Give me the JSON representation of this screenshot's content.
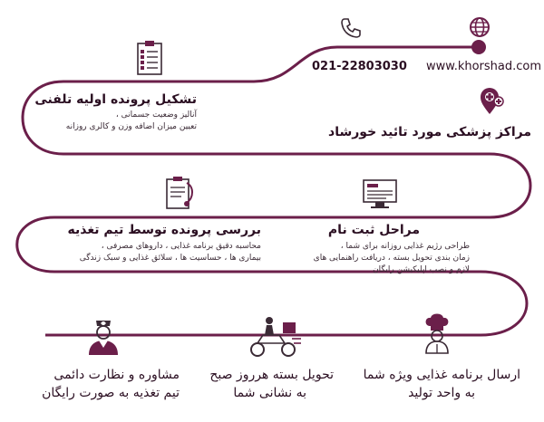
{
  "contact": {
    "website": "www.khorshad.com",
    "phone": "021-22803030"
  },
  "steps": [
    {
      "title": "مراکز پزشکی مورد تائید خورشاد"
    },
    {
      "title": "تشکیل پرونده اولیه تلفنی",
      "lines": [
        "آنالیز وضعیت جسمانی ،",
        "تعیین میزان اضافه وزن و کالری روزانه"
      ]
    },
    {
      "title": "بررسی پرونده توسط تیم تغذیه",
      "lines": [
        "محاسبه دقیق برنامه غذایی ، داروهای مصرفی ،",
        "بیماری ها ، حساسیت ها ، سلائق غذایی و سبک زندگی"
      ]
    },
    {
      "title": "مراحل ثبت نام",
      "lines": [
        "طراحی رژیم غذایی روزانه برای شما ،",
        "زمان بندی تحویل بسته ، دریافت راهنمایی های",
        "لازم و نصب اپلیکیشن رایگان"
      ]
    },
    {
      "lines": [
        "ارسال برنامه غذایی ویژه شما",
        "به واحد تولید"
      ]
    },
    {
      "lines": [
        "تحویل بسته هرروز صبح",
        "به نشانی شما"
      ]
    },
    {
      "lines": [
        "مشاوره و نظارت دائمی",
        "تیم تغذیه به صورت رایگان"
      ]
    }
  ],
  "icons": [
    "globe-icon",
    "phone-icon",
    "location-plus-icon",
    "checklist-icon",
    "medical-record-icon",
    "computer-form-icon",
    "chef-icon",
    "delivery-scooter-icon",
    "nurse-icon"
  ],
  "colors": {
    "path": "#6b1f4a",
    "dot": "#6b1f4a",
    "text": "#2b0f22"
  }
}
